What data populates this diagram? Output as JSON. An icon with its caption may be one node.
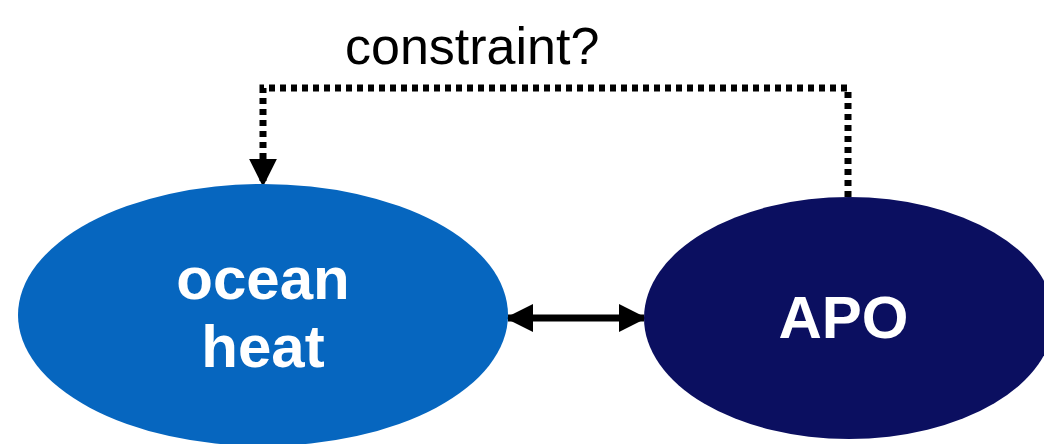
{
  "diagram": {
    "nodes": [
      {
        "text": [
          "ocean heat"
        ]
      },
      {
        "text": [
          "APO"
        ]
      }
    ],
    "edges": [
      {
        "from": 0,
        "to": 1,
        "arrow": "both"
      },
      {
        "from": 1,
        "to": 0,
        "arrow": "to",
        "label": "constraint?",
        "style": "dashed"
      }
    ]
  }
}
